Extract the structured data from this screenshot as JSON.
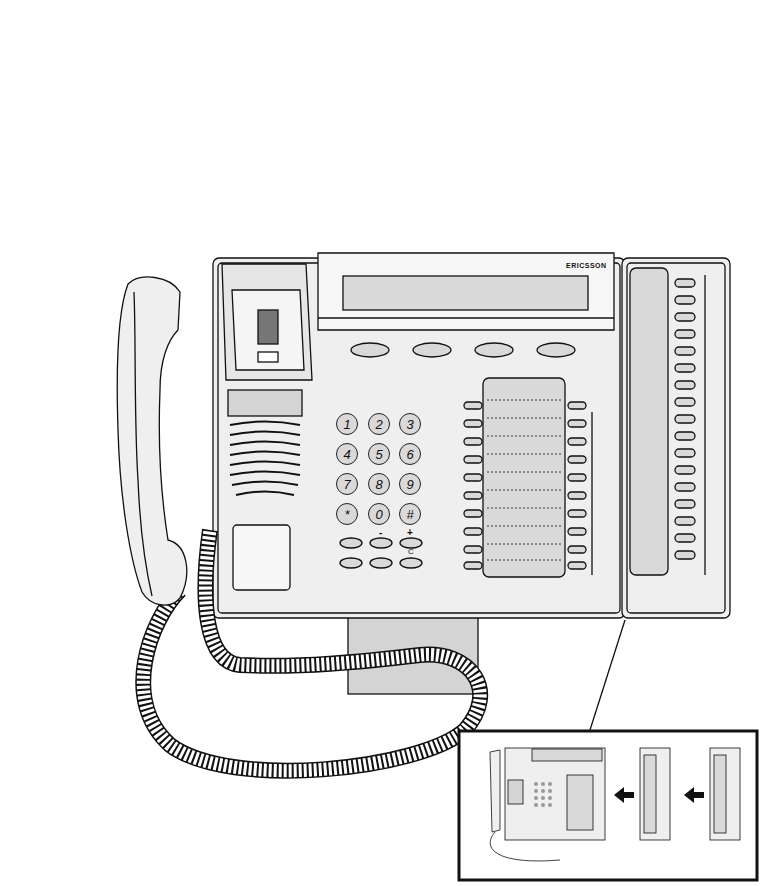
{
  "diagram": {
    "nodes": [
      {
        "text": [
          "1"
        ]
      },
      {
        "text": [
          "2"
        ]
      },
      {
        "text": [
          "3"
        ]
      },
      {
        "text": [
          "4"
        ]
      },
      {
        "text": [
          "5"
        ]
      },
      {
        "text": [
          "6"
        ]
      },
      {
        "text": [
          "7"
        ]
      },
      {
        "text": [
          "8"
        ]
      },
      {
        "text": [
          "9"
        ]
      },
      {
        "text": [
          "*"
        ]
      },
      {
        "text": [
          "0"
        ]
      },
      {
        "text": [
          "#"
        ]
      }
    ],
    "labels": [
      "ERICSSON",
      "-",
      "+",
      "C"
    ]
  }
}
